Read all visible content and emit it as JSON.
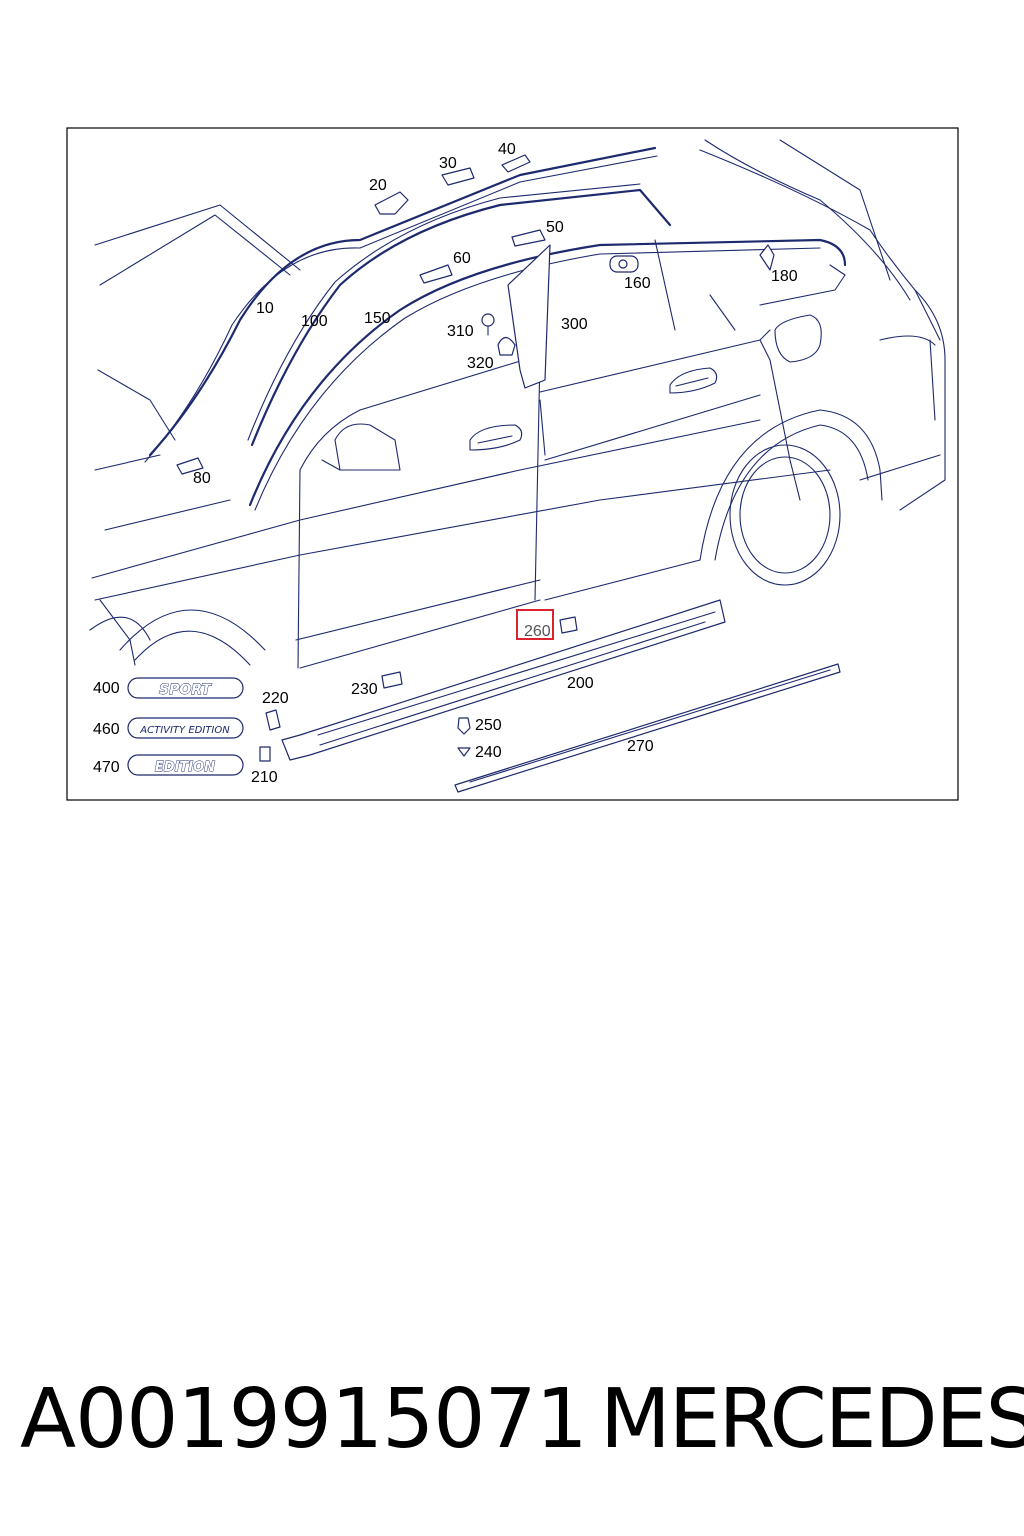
{
  "diagram": {
    "callouts": [
      {
        "id": "10",
        "text": "10"
      },
      {
        "id": "20",
        "text": "20"
      },
      {
        "id": "30",
        "text": "30"
      },
      {
        "id": "40",
        "text": "40"
      },
      {
        "id": "50",
        "text": "50"
      },
      {
        "id": "60",
        "text": "60"
      },
      {
        "id": "80",
        "text": "80"
      },
      {
        "id": "100",
        "text": "100"
      },
      {
        "id": "150",
        "text": "150"
      },
      {
        "id": "160",
        "text": "160"
      },
      {
        "id": "180",
        "text": "180"
      },
      {
        "id": "200",
        "text": "200"
      },
      {
        "id": "210",
        "text": "210"
      },
      {
        "id": "220",
        "text": "220"
      },
      {
        "id": "230",
        "text": "230"
      },
      {
        "id": "240",
        "text": "240"
      },
      {
        "id": "250",
        "text": "250"
      },
      {
        "id": "260",
        "text": "260",
        "highlighted": true
      },
      {
        "id": "270",
        "text": "270"
      },
      {
        "id": "300",
        "text": "300"
      },
      {
        "id": "310",
        "text": "310"
      },
      {
        "id": "320",
        "text": "320"
      },
      {
        "id": "400",
        "text": "400"
      },
      {
        "id": "460",
        "text": "460"
      },
      {
        "id": "470",
        "text": "470"
      }
    ],
    "badges": {
      "sport": "SPORT",
      "activity_edition": "ACTIVITY EDITION",
      "edition": "EDITION"
    },
    "highlight_color": "#d9232f",
    "line_color": "#1d2a6e"
  },
  "footer": {
    "part_number": "A0019915071",
    "brand": "MERCEDES"
  }
}
